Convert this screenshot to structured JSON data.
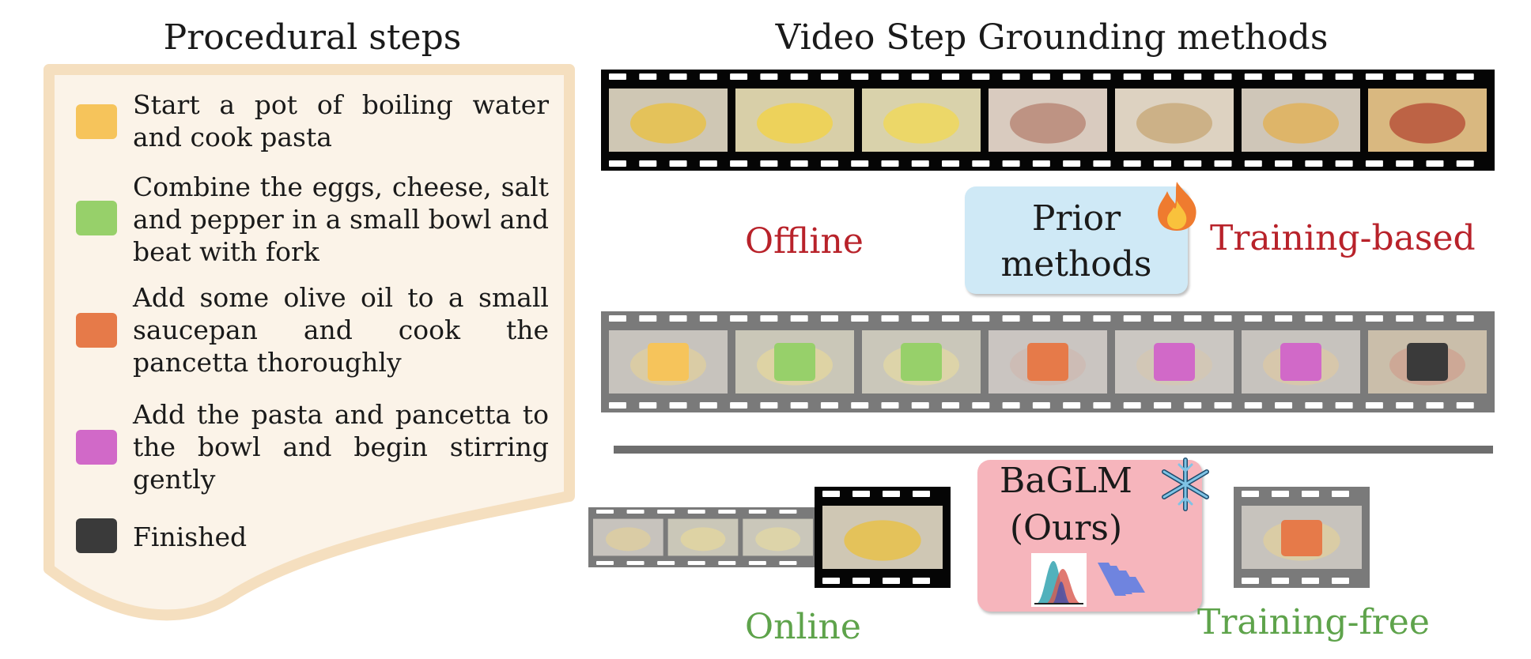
{
  "headings": {
    "left": "Procedural steps",
    "right": "Video Step Grounding methods"
  },
  "colors": {
    "step1": "#f6c45b",
    "step2": "#97d06a",
    "step3": "#e67a49",
    "step4": "#d169c8",
    "finished": "#3a3a3a",
    "offline_label": "#b8222a",
    "online_label": "#5ea34b",
    "prior_box": "#cfe9f6",
    "ours_box": "#f6b5bc",
    "panel": "#fbf3e8",
    "panel_border": "#f5dfbf",
    "film_dark": "#050505",
    "film_gray": "#7a7a7a",
    "divider": "#6e6e6e"
  },
  "steps": [
    {
      "text": "Start a pot of boiling water and cook pasta",
      "color": "#f6c45b"
    },
    {
      "text": "Combine the eggs, cheese, salt and pepper in a small bowl and beat with fork",
      "color": "#97d06a"
    },
    {
      "text": "Add some olive oil to a small saucepan and cook the pancetta thoroughly",
      "color": "#e67a49"
    },
    {
      "text": "Add the pasta and pancetta to the bowl and begin stirring gently",
      "color": "#d169c8"
    },
    {
      "text": "Finished",
      "color": "#3a3a3a"
    }
  ],
  "labels": {
    "offline": "Offline",
    "training_based": "Training-based",
    "online": "Online",
    "training_free": "Training-free"
  },
  "prior_box": {
    "line1": "Prior",
    "line2": "methods",
    "icon": "fire-icon"
  },
  "ours_box": {
    "line1": "BaGLM",
    "line2": "(Ours)",
    "icons": [
      "snowflake-icon",
      "distribution-icon",
      "model-icon"
    ]
  },
  "grounded_frames": [
    "step1",
    "step2",
    "step2",
    "step3",
    "step4",
    "step4",
    "finished"
  ],
  "online_prediction": "step3"
}
